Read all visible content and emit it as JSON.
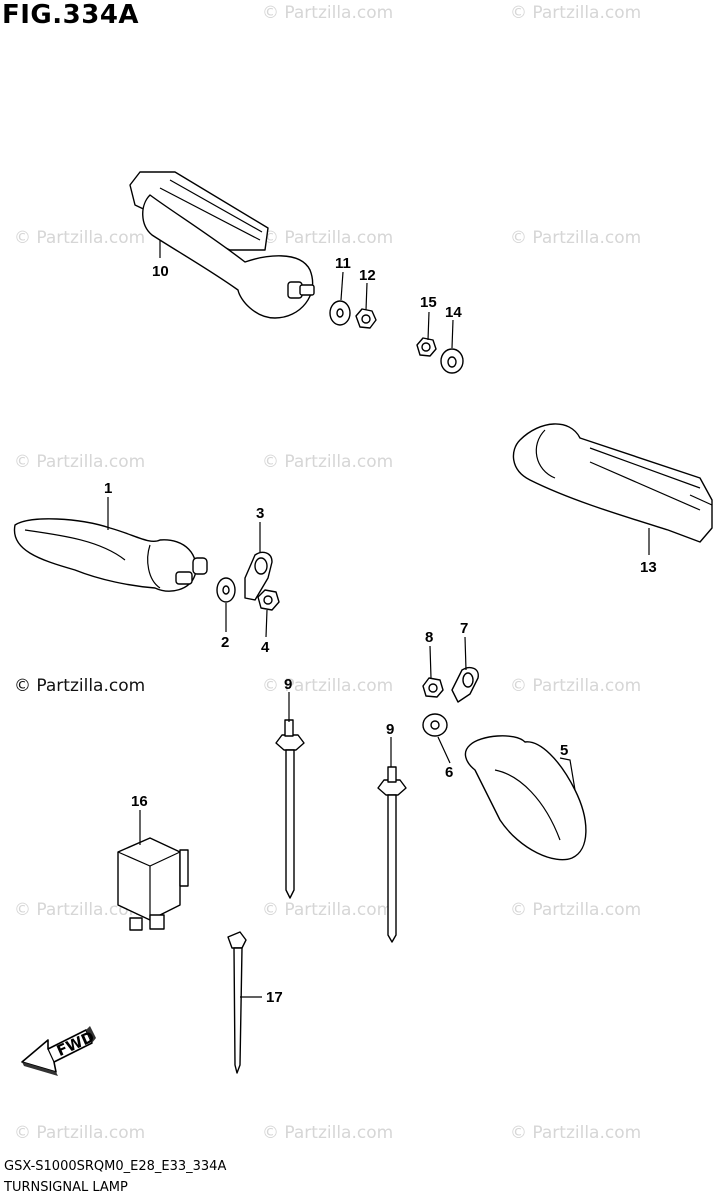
{
  "figure": {
    "title": "FIG.334A",
    "code": "GSX-S1000SRQM0_E28_E33_334A",
    "caption": "TURNSIGNAL LAMP"
  },
  "watermark": "© Partzilla.com",
  "callouts": [
    "1",
    "2",
    "3",
    "4",
    "5",
    "6",
    "7",
    "8",
    "9",
    "9",
    "10",
    "11",
    "12",
    "13",
    "14",
    "15",
    "16",
    "17"
  ],
  "fwd_label": "FWD"
}
